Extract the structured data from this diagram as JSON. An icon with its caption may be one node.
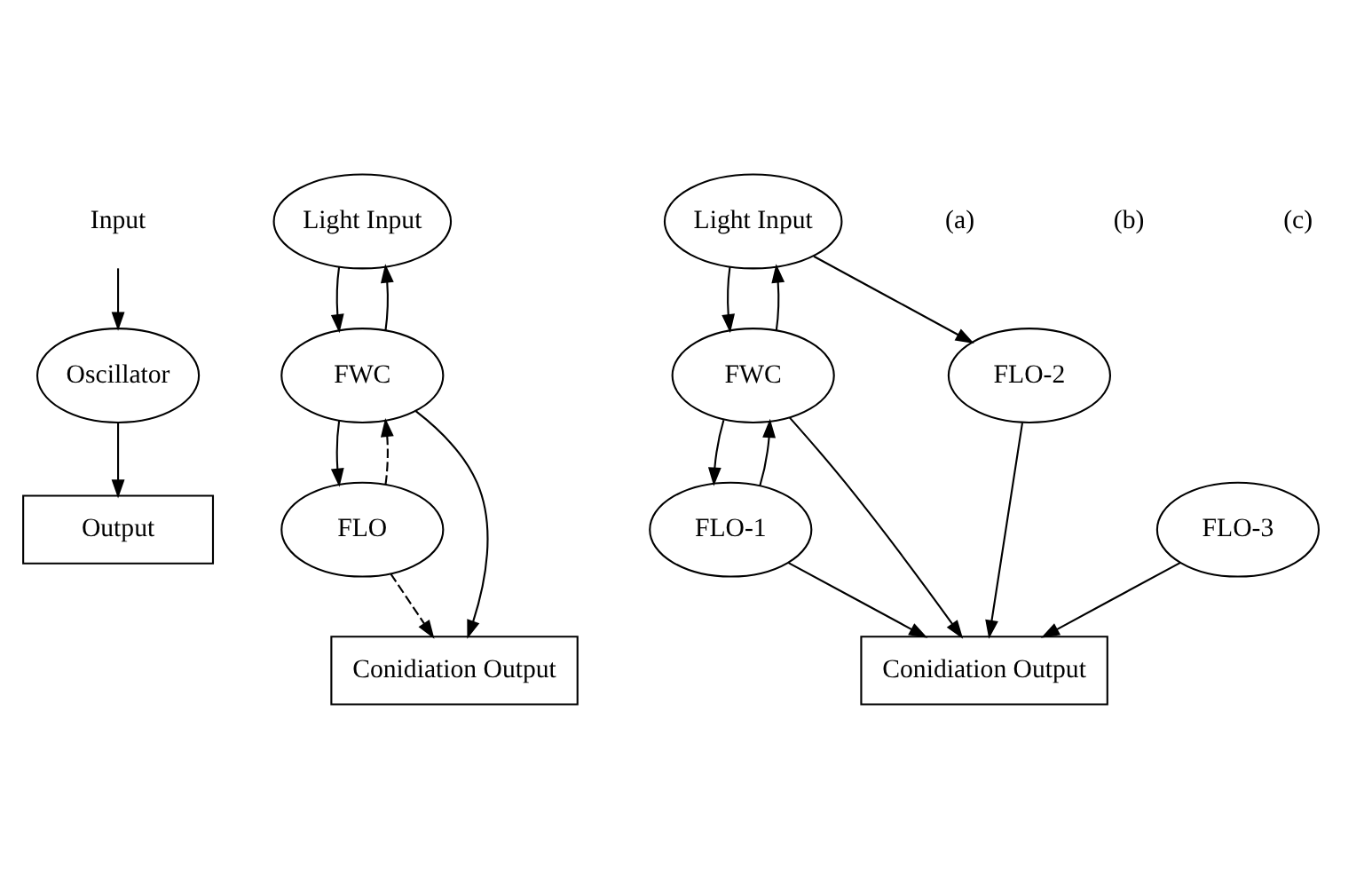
{
  "diagram": {
    "nodes": [
      {
        "text": [
          "Input"
        ]
      },
      {
        "text": [
          "Oscillator"
        ]
      },
      {
        "text": [
          "Output"
        ]
      },
      {
        "text": [
          "Light Input"
        ]
      },
      {
        "text": [
          "FWC"
        ]
      },
      {
        "text": [
          "FLO"
        ]
      },
      {
        "text": [
          "Conidiation Output"
        ]
      },
      {
        "text": [
          "Light Input"
        ]
      },
      {
        "text": [
          "FWC"
        ]
      },
      {
        "text": [
          "FLO-2"
        ]
      },
      {
        "text": [
          "FLO-1"
        ]
      },
      {
        "text": [
          "Conidiation Output"
        ]
      },
      {
        "text": [
          "FLO-3"
        ]
      }
    ],
    "edges": [
      {
        "from": 0,
        "to": 1,
        "arrow": "to"
      },
      {
        "from": 1,
        "to": 2,
        "arrow": "to"
      },
      {
        "from": 3,
        "to": 4,
        "arrow": "to"
      },
      {
        "from": 4,
        "to": 3,
        "arrow": "to"
      },
      {
        "from": 5,
        "to": 4,
        "arrow": "to",
        "style": "dashed"
      },
      {
        "from": 4,
        "to": 5,
        "arrow": "to"
      },
      {
        "from": 4,
        "to": 6,
        "arrow": "to"
      },
      {
        "from": 5,
        "to": 6,
        "arrow": "to",
        "style": "dashed"
      },
      {
        "from": 8,
        "to": 7,
        "arrow": "to"
      },
      {
        "from": 7,
        "to": 8,
        "arrow": "to"
      },
      {
        "from": 7,
        "to": 9,
        "arrow": "to"
      },
      {
        "from": 8,
        "to": 10,
        "arrow": "to"
      },
      {
        "from": 10,
        "to": 8,
        "arrow": "to"
      },
      {
        "from": 8,
        "to": 11,
        "arrow": "to"
      },
      {
        "from": 10,
        "to": 11,
        "arrow": "to"
      },
      {
        "from": 9,
        "to": 11,
        "arrow": "to"
      },
      {
        "from": 12,
        "to": 11,
        "arrow": "to"
      }
    ],
    "labels": [
      "(a)",
      "(b)",
      "(c)"
    ]
  }
}
